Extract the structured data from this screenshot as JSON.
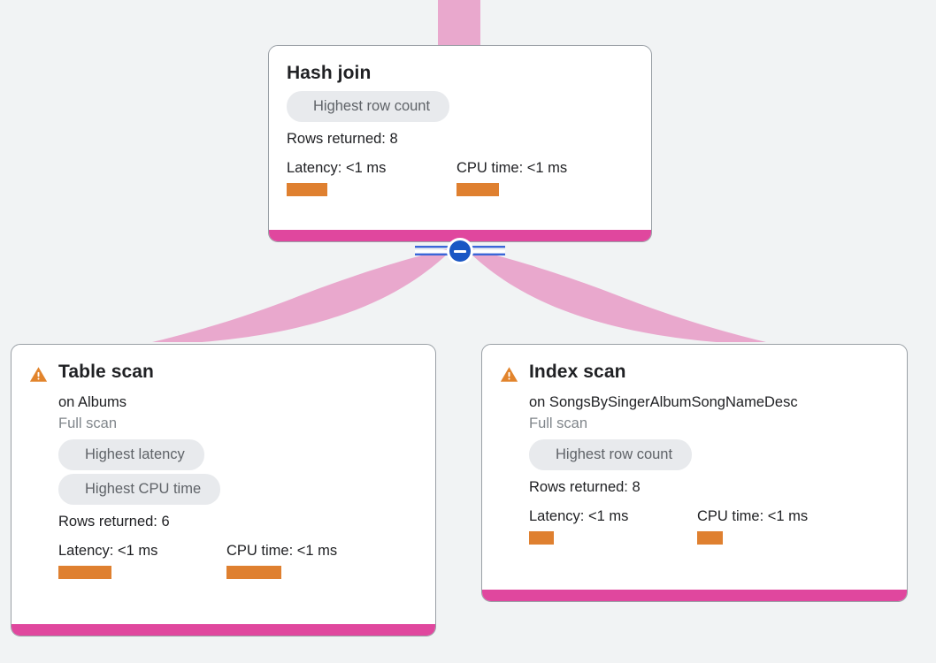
{
  "canvas": {
    "background_color": "#f1f3f4",
    "accent_color": "#e0479e",
    "edge_color": "#e9a8cd",
    "metric_bar_color": "#df8030",
    "warning_color": "#e2842c",
    "toggle_color": "#1a56c4"
  },
  "toggle": {
    "state": "expanded",
    "icon": "minus-icon"
  },
  "nodes": [
    {
      "id": "hash-join",
      "title": "Hash join",
      "has_warning": false,
      "subtitle": "",
      "scan_type": "",
      "chips": [
        "Highest row count"
      ],
      "rows_returned": "Rows returned: 8",
      "latency_label": "Latency: <1 ms",
      "cpu_label": "CPU time: <1 ms",
      "latency_bar_width": 46,
      "cpu_bar_width": 48
    },
    {
      "id": "table-scan",
      "title": "Table scan",
      "has_warning": true,
      "warning_icon": "warning-triangle-icon",
      "subtitle": "on Albums",
      "scan_type": "Full scan",
      "chips": [
        "Highest latency",
        "Highest CPU time"
      ],
      "rows_returned": "Rows returned: 6",
      "latency_label": "Latency: <1 ms",
      "cpu_label": "CPU time: <1 ms",
      "latency_bar_width": 60,
      "cpu_bar_width": 62
    },
    {
      "id": "index-scan",
      "title": "Index scan",
      "has_warning": true,
      "warning_icon": "warning-triangle-icon",
      "subtitle": "on SongsBySingerAlbumSongNameDesc",
      "scan_type": "Full scan",
      "chips": [
        "Highest row count"
      ],
      "rows_returned": "Rows returned: 8",
      "latency_label": "Latency: <1 ms",
      "cpu_label": "CPU time: <1 ms",
      "latency_bar_width": 28,
      "cpu_bar_width": 29
    }
  ]
}
